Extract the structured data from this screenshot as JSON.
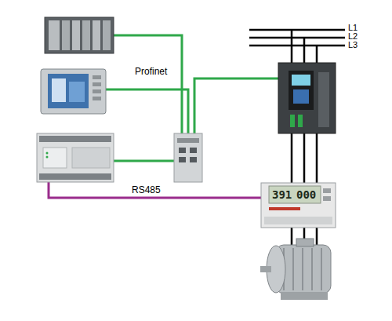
{
  "diagram": {
    "labels": [
      "Profinet",
      "L1",
      "L2",
      "L3",
      "RS485",
      "391",
      "000"
    ]
  }
}
